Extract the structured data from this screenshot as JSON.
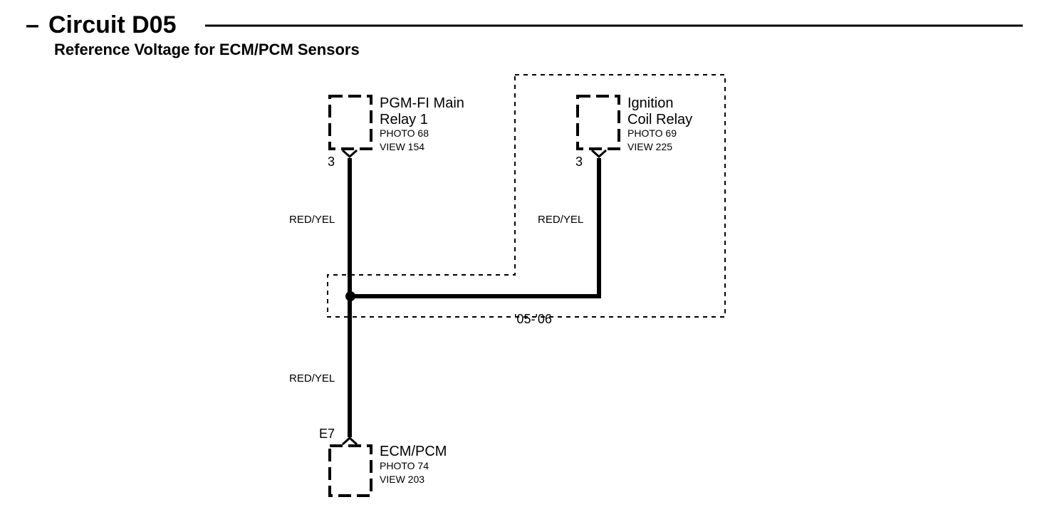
{
  "header": {
    "dash": "–",
    "circuit_title": "Circuit D05",
    "subtitle": "Reference Voltage for ECM/PCM Sensors"
  },
  "components": {
    "pgm_fi_relay": {
      "name_line1": "PGM-FI Main",
      "name_line2": "Relay 1",
      "photo": "PHOTO 68",
      "view": "VIEW 154",
      "pin": "3"
    },
    "ignition_coil_relay": {
      "name_line1": "Ignition",
      "name_line2": "Coil Relay",
      "photo": "PHOTO 69",
      "view": "VIEW 225",
      "pin": "3"
    },
    "ecm_pcm": {
      "name": "ECM/PCM",
      "photo": "PHOTO 74",
      "view": "VIEW 203",
      "pin": "E7"
    }
  },
  "wires": {
    "upper_left": "RED/YEL",
    "upper_right": "RED/YEL",
    "lower": "RED/YEL"
  },
  "region_label": "'05-'06",
  "colors": {
    "ink": "#000000",
    "background": "#ffffff"
  }
}
